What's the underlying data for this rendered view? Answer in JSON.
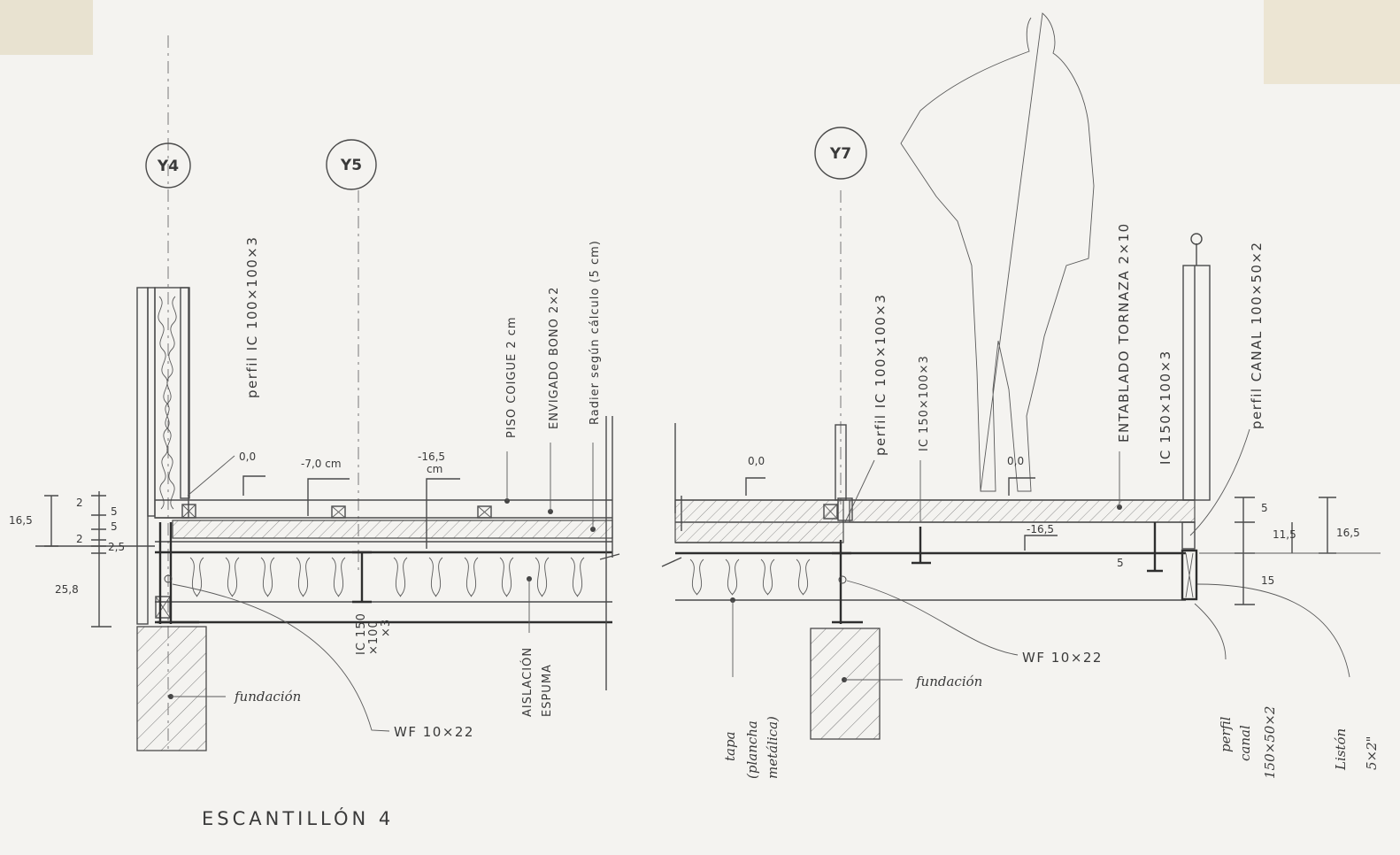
{
  "title": "ESCANTILLÓN 4",
  "axes": {
    "y4": "Y4",
    "y5": "Y5",
    "y7": "Y7"
  },
  "left_labels": {
    "perfil_ic": "perfil IC 100×100×3",
    "piso_coigue": "PISO COIGUE 2 cm",
    "envigado": "ENVIGADO BONO 2×2",
    "radier": "Radier según cálculo (5 cm)",
    "level_0": "0,0",
    "level_7": "-7,0 cm",
    "level_16_a": "-16,5",
    "level_16_b": "cm",
    "ic_150_a": "IC 150",
    "ic_150_b": "×100",
    "ic_150_c": "×3",
    "aislacion_a": "AISLACIÓN",
    "aislacion_b": "ESPUMA",
    "wf": "WF 10×22",
    "fundacion": "fundación"
  },
  "left_dims": {
    "d165": "16,5",
    "d258": "25,8",
    "d2a": "2",
    "d5a": "5",
    "d5b": "5",
    "d2b": "2",
    "d25": "2,5"
  },
  "right_labels": {
    "perfil_ic": "perfil IC 100×100×3",
    "ic150": "IC 150×100×3",
    "entablado": "ENTABLADO TORNAZA 2×10",
    "ic150b": "IC 150×100×3",
    "perfil_canal": "perfil CANAL 100×50×2",
    "level_0a": "0,0",
    "level_0b": "0,0",
    "level_16": "-16,5",
    "wf": "WF 10×22",
    "fundacion": "fundación",
    "tapa_a": "tapa",
    "tapa_b": "(plancha",
    "tapa_c": "metálica)",
    "canal_a": "perfil",
    "canal_b": "canal",
    "canal_c": "150×50×2",
    "liston_a": "Listón",
    "liston_b": "5×2\""
  },
  "right_dims": {
    "d5": "5",
    "d115": "11,5",
    "d165": "16,5",
    "d15": "15",
    "d5b": "5"
  }
}
